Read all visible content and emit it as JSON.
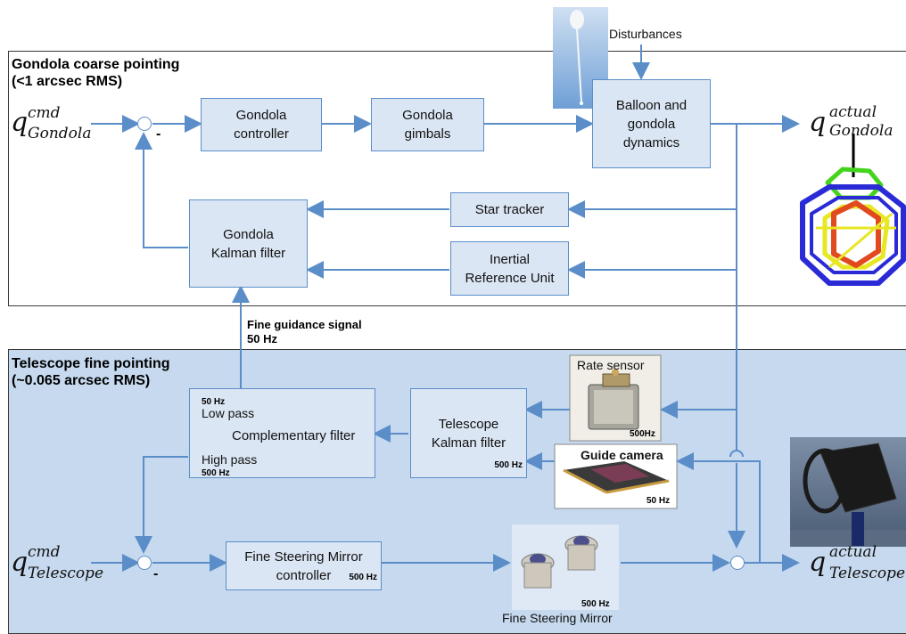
{
  "top_panel": {
    "title_line1": "Gondola coarse pointing",
    "title_line2": "(<1 arcsec RMS)"
  },
  "bottom_panel": {
    "title_line1": "Telescope fine pointing",
    "title_line2": "(~0.065 arcsec RMS)"
  },
  "inputs": {
    "q_symbol": "q",
    "gondola_cmd_sup": "cmd",
    "gondola_cmd_sub": "Gondola",
    "telescope_cmd_sup": "cmd",
    "telescope_cmd_sub": "Telescope",
    "gondola_actual_sup": "actual",
    "gondola_actual_sub": "Gondola",
    "telescope_actual_sup": "actual",
    "telescope_actual_sub": "Telescope",
    "minus": "-"
  },
  "blocks": {
    "gondola_controller": [
      "Gondola",
      "controller"
    ],
    "gondola_gimbals": [
      "Gondola",
      "gimbals"
    ],
    "balloon_dynamics": [
      "Balloon and",
      "gondola",
      "dynamics"
    ],
    "star_tracker": "Star tracker",
    "gondola_kalman": [
      "Gondola",
      "Kalman filter"
    ],
    "inertial_ref": [
      "Inertial",
      "Reference Unit"
    ],
    "telescope_kalman": [
      "Telescope",
      "Kalman filter"
    ],
    "telescope_kalman_rate": "500 Hz",
    "comp_filter_rate_top": "50 Hz",
    "comp_filter_low": "Low pass",
    "comp_filter_name": "Complementary filter",
    "comp_filter_high": "High pass",
    "comp_filter_rate_bottom": "500 Hz",
    "fsm_controller": [
      "Fine Steering Mirror",
      "controller"
    ],
    "fsm_controller_rate": "500 Hz"
  },
  "labels": {
    "disturbances": "Disturbances",
    "fine_guidance_1": "Fine guidance signal",
    "fine_guidance_2": "50 Hz",
    "rate_sensor": "Rate sensor",
    "rate_sensor_rate": "500Hz",
    "guide_camera": "Guide camera",
    "guide_camera_rate": "50 Hz",
    "fsm_rate": "500 Hz",
    "fsm_caption": "Fine Steering Mirror"
  },
  "colors": {
    "arrow": "#5b8ec9",
    "block_fill": "#dbe6f4",
    "bottom_panel_fill": "#c6d9ee"
  }
}
